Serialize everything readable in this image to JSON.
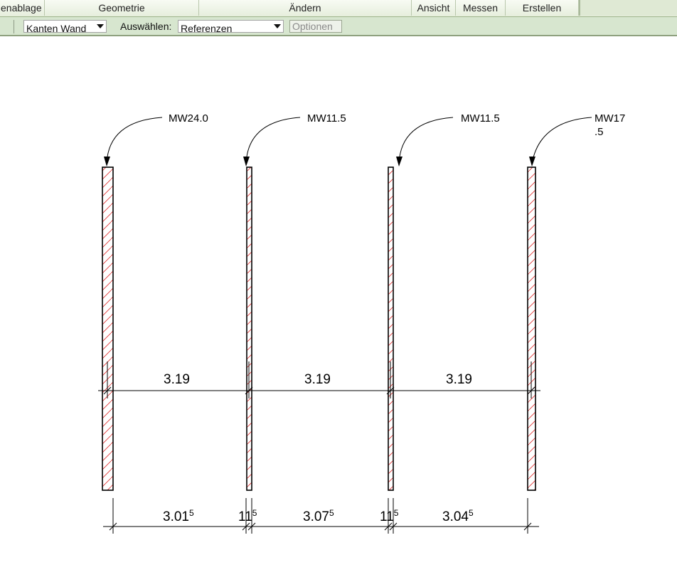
{
  "ribbon": {
    "panels": [
      "enablage",
      "Geometrie",
      "Ändern",
      "Ansicht",
      "Messen",
      "Erstellen"
    ]
  },
  "options_bar": {
    "type_dropdown_value": "Kanten Wand",
    "select_label": "Auswählen:",
    "select_dropdown_value": "Referenzen",
    "options_button_label": "Optionen"
  },
  "drawing": {
    "wall_tags": [
      "MW24.0",
      "MW11.5",
      "MW11.5",
      "MW17",
      ".5"
    ],
    "dimension_upper": [
      "3.19",
      "3.19",
      "3.19"
    ],
    "dimension_lower": [
      {
        "main": "3.01",
        "sup": "5"
      },
      {
        "main": "11",
        "sup": "5"
      },
      {
        "main": "3.07",
        "sup": "5"
      },
      {
        "main": "11",
        "sup": "5"
      },
      {
        "main": "3.04",
        "sup": "5"
      }
    ],
    "hatch_color": "#e03030",
    "line_color": "#000000"
  }
}
